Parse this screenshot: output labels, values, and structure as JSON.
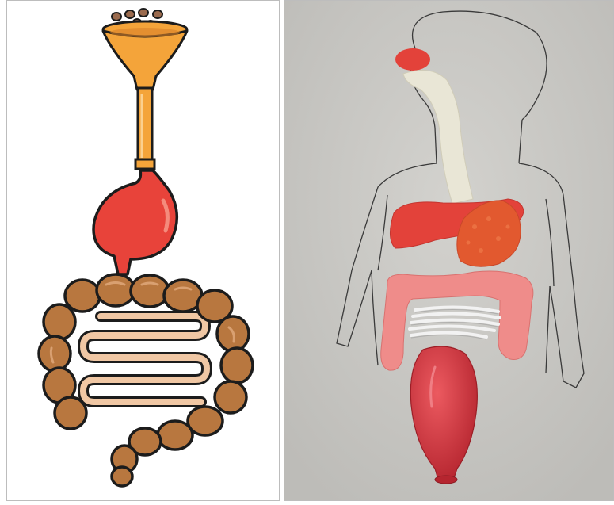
{
  "panels": [
    {
      "id": "left",
      "kind": "illustration"
    },
    {
      "id": "right",
      "kind": "photo-model"
    }
  ],
  "colors": {
    "funnel": "#f4a43a",
    "stomach": "#e8433a",
    "large_intestine": "#b8773f",
    "small_intestine": "#f0c7a4",
    "outline": "#1c1c1c",
    "photo_background": "#c9c8c4",
    "esophagus_model": "#e9e6d6",
    "liver_model": "#e3423a",
    "pancreas_model": "#e2592f",
    "colon_model": "#ef8c8a",
    "string_intestine": "#f2f2f2",
    "balloon": "#d93a44"
  }
}
